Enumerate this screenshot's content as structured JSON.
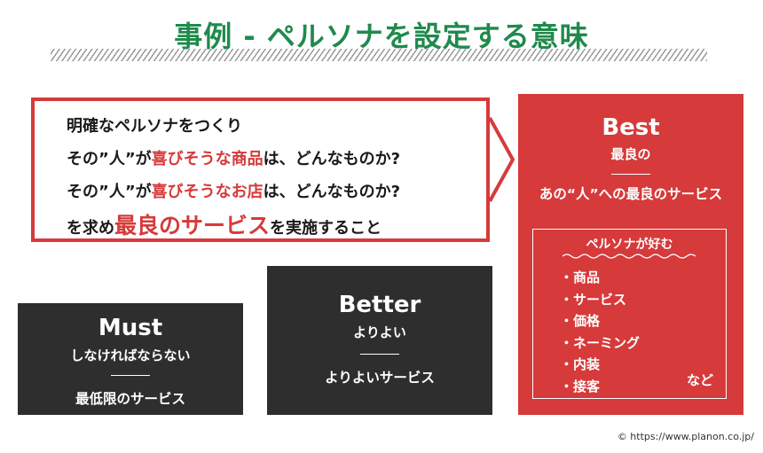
{
  "title": "事例 - ペルソナを設定する意味",
  "callout": {
    "lines": [
      {
        "parts": [
          "明確なペルソナをつくり"
        ]
      },
      {
        "parts": [
          "その”人”が",
          "喜びそうな商品",
          "は、どんなものか?"
        ]
      },
      {
        "parts": [
          "その”人”が",
          "喜びそうなお店",
          "は、どんなものか?"
        ]
      },
      {
        "parts": [
          "を求め",
          "最良のサービス",
          "を実施すること"
        ]
      }
    ]
  },
  "must": {
    "title": "Must",
    "subtitle": "しなければならない",
    "description": "最低限のサービス"
  },
  "better": {
    "title": "Better",
    "subtitle": "よりよい",
    "description": "よりよいサービス"
  },
  "best": {
    "title": "Best",
    "subtitle": "最良の",
    "description": "あの“人”への最良のサービス",
    "panel_title": "ペルソナが好む",
    "items": [
      "・商品",
      "・サービス",
      "・価格",
      "・ネーミング",
      "・内装",
      "・接客"
    ],
    "etc": "など"
  },
  "credit": "© https://www.planon.co.jp/",
  "colors": {
    "accent_red": "#d63a3a",
    "title_green": "#1f8a4c",
    "dark_box": "#2e2e2e"
  }
}
